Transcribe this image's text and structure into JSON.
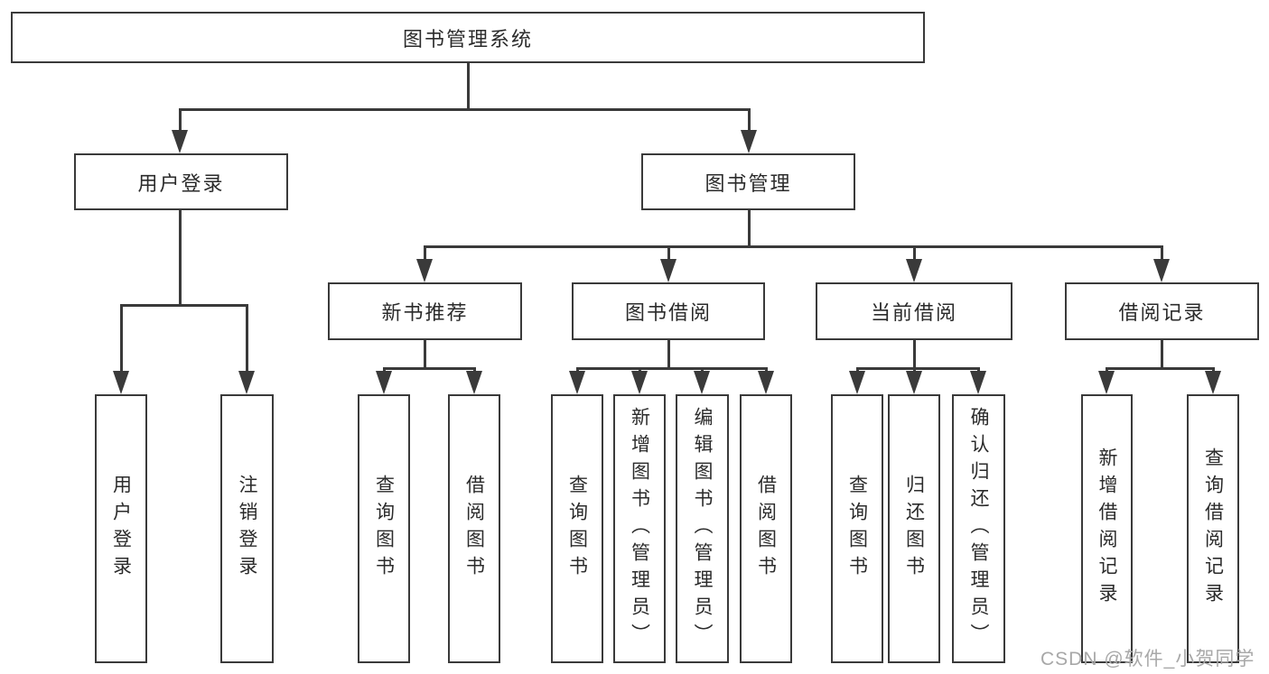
{
  "diagram": {
    "root": "图书管理系统",
    "level2": [
      {
        "label": "用户登录",
        "children": [
          "用户登录",
          "注销登录"
        ]
      },
      {
        "label": "图书管理"
      }
    ],
    "level3": [
      {
        "label": "新书推荐",
        "children": [
          "查询图书",
          "借阅图书"
        ]
      },
      {
        "label": "图书借阅",
        "children": [
          "查询图书",
          "新增图书（管理员）",
          "编辑图书（管理员）",
          "借阅图书"
        ]
      },
      {
        "label": "当前借阅",
        "children": [
          "查询图书",
          "归还图书",
          "确认归还（管理员）"
        ]
      },
      {
        "label": "借阅记录",
        "children": [
          "新增借阅记录",
          "查询借阅记录"
        ]
      }
    ]
  },
  "watermark": {
    "text": "CSDN @软件_小贺同学"
  },
  "colors": {
    "line": "#3a3a3a",
    "text": "#2b2b2b",
    "watermark": "#a8a8a8",
    "background": "#ffffff"
  }
}
